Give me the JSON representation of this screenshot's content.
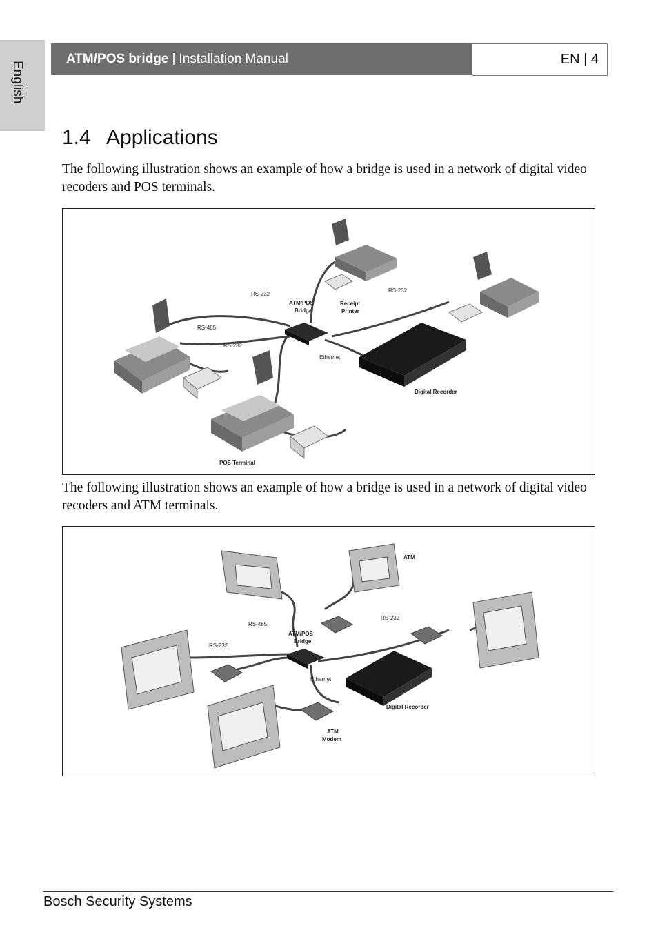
{
  "side_tab": {
    "label": "English"
  },
  "header": {
    "product": "ATM/POS bridge",
    "separator": "|",
    "manual": "Installation Manual",
    "page": "EN | 4"
  },
  "section": {
    "number": "1.4",
    "title": "Applications"
  },
  "paragraphs": {
    "pos_intro": "The following illustration shows an example of how a bridge is used in a network of digital video recoders and POS terminals.",
    "atm_intro": "The following illustration shows an example of how a bridge is used in a network of digital video recoders and ATM terminals."
  },
  "figure_pos": {
    "labels": {
      "rs232_top": "RS-232",
      "rs232_right": "RS-232",
      "rs485": "RS-485",
      "rs232_mid": "RS-232",
      "bridge_line1": "ATM/POS",
      "bridge_line2": "Bridge",
      "printer_line1": "Receipt",
      "printer_line2": "Printer",
      "ethernet": "Ethernet",
      "recorder": "Digital Recorder",
      "terminal": "POS Terminal"
    }
  },
  "figure_atm": {
    "labels": {
      "atm": "ATM",
      "rs485": "RS-485",
      "rs232_right": "RS-232",
      "rs232_left": "RS-232",
      "bridge_line1": "ATM/POS",
      "bridge_line2": "Bridge",
      "ethernet": "Ethernet",
      "recorder": "Digital Recorder",
      "modem_line1": "ATM",
      "modem_line2": "Modem"
    }
  },
  "footer": {
    "company": "Bosch Security Systems"
  }
}
